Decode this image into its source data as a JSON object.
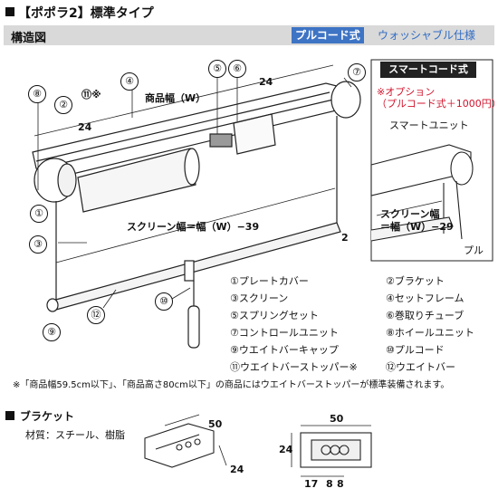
{
  "header": {
    "title": "【ポポラ2】標準タイプ"
  },
  "structure": {
    "heading": "構造図",
    "tag_pull": "プルコード式",
    "tag_wash": "ウォッシャブル仕様"
  },
  "diagram": {
    "dim_product_width": "商品幅（W）",
    "dim_screen_width": "スクリーン幅＝幅（W）−39",
    "dim_24_top": "24",
    "dim_24_left": "24",
    "dim_2": "2",
    "callouts": [
      "①",
      "②",
      "③",
      "④",
      "⑤",
      "⑥",
      "⑦",
      "⑧",
      "⑨",
      "⑩",
      "⑪※",
      "⑫"
    ]
  },
  "smart": {
    "title": "スマートコード式",
    "note1": "※オプション",
    "note2": "（プルコード式＋1000円）",
    "unit": "スマートユニット",
    "screen_label1": "スクリーン幅",
    "screen_label2": "＝幅（W）−29",
    "pull": "プル"
  },
  "legend": [
    "①プレートカバー",
    "②ブラケット",
    "③スクリーン",
    "④セットフレーム",
    "⑤スプリングセット",
    "⑥巻取りチューブ",
    "⑦コントロールユニット",
    "⑧ホイールユニット",
    "⑨ウエイトバーキャップ",
    "⑩プルコード",
    "⑪ウエイトバーストッパー※",
    "⑫ウエイトバー"
  ],
  "footnote": "※「商品幅59.5cm以下」、「商品高さ80cm以下」の商品にはウエイトバーストッパーが標準装備されます。",
  "bracket": {
    "heading": "ブラケット",
    "material": "材質：スチール、樹脂",
    "dim_50_a": "50",
    "dim_24_a": "24",
    "dim_50_b": "50",
    "dim_24_b": "24",
    "dim_17": "17",
    "dim_8a": "8",
    "dim_8b": "8"
  }
}
